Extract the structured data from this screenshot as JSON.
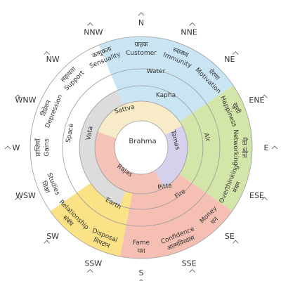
{
  "center_label": "Brahma",
  "colors": {
    "north_band": "#c9e5f3",
    "east_band": "#d3e5a8",
    "south_band": "#f5bfb3",
    "west_band": "#fbe287",
    "white": "#ffffff",
    "space_ring": "#ffffff",
    "vata_ring": "#dcdcdc",
    "guna_n": "#f8ebc8",
    "guna_e": "#d5d0ec",
    "guna_sw": "#f4c2b6",
    "core": "#ffffff",
    "line": "#9a9a9a"
  },
  "directions": [
    {
      "label": "N",
      "name": "north-direction-label"
    },
    {
      "label": "NNE",
      "name": "nne-direction-label"
    },
    {
      "label": "NE",
      "name": "ne-direction-label"
    },
    {
      "label": "ENE",
      "name": "ene-direction-label"
    },
    {
      "label": "E",
      "name": "east-direction-label"
    },
    {
      "label": "ESE",
      "name": "ese-direction-label"
    },
    {
      "label": "SE",
      "name": "se-direction-label"
    },
    {
      "label": "SSE",
      "name": "sse-direction-label"
    },
    {
      "label": "S",
      "name": "south-direction-label"
    },
    {
      "label": "SSW",
      "name": "ssw-direction-label"
    },
    {
      "label": "SW",
      "name": "sw-direction-label"
    },
    {
      "label": "WSW",
      "name": "wsw-direction-label"
    },
    {
      "label": "W",
      "name": "west-direction-label"
    },
    {
      "label": "WNW",
      "name": "wnw-direction-label"
    },
    {
      "label": "NW",
      "name": "nw-direction-label"
    },
    {
      "label": "NNW",
      "name": "nnw-direction-label"
    }
  ],
  "zones": [
    {
      "hindi": "ग्राहक",
      "english": "Customer"
    },
    {
      "hindi": "स्वास्थ्य",
      "english": "Immunity"
    },
    {
      "hindi": "प्रेरणा",
      "english": "Motivation"
    },
    {
      "hindi": "खुशी",
      "english": "Happiness"
    },
    {
      "hindi": "मेल जोल",
      "english": "Networking"
    },
    {
      "hindi": "मंथन",
      "english": "Overthinking"
    },
    {
      "hindi": "धन",
      "english": "Money"
    },
    {
      "hindi": "आत्मविश्वास",
      "english": "Confidence"
    },
    {
      "hindi": "यश",
      "english": "Fame"
    },
    {
      "hindi": "निपटान",
      "english": "Disposal"
    },
    {
      "hindi": "संबंध",
      "english": "Relationship"
    },
    {
      "hindi": "शिक्षा",
      "english": "Studies"
    },
    {
      "hindi": "प्राप्तियाँ",
      "english": "Gains"
    },
    {
      "hindi": "डिप्रेशन",
      "english": "Depression"
    },
    {
      "hindi": "सहायता",
      "english": "Support"
    },
    {
      "hindi": "कामुकता",
      "english": "Sensuality"
    }
  ],
  "elements": [
    "Water",
    "Air",
    "Fire",
    "Earth",
    "Space"
  ],
  "doshas": [
    "Kapha",
    "Pitta",
    "Vata"
  ],
  "gunas": [
    "Sattva",
    "Tamas",
    "Rajas"
  ]
}
